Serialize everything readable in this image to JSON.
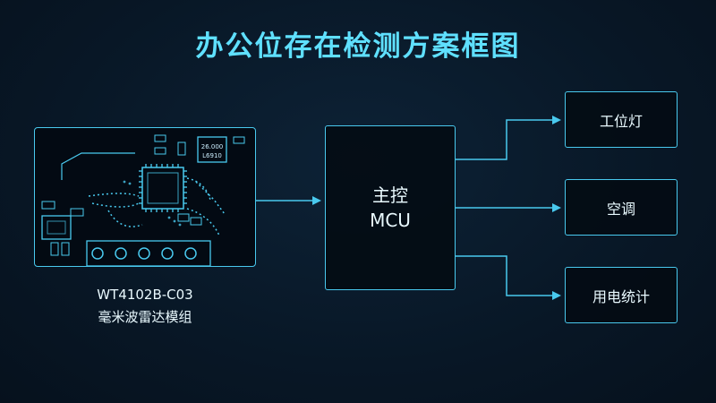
{
  "title": "办公位存在检测方案框图",
  "module": {
    "name": "WT4102B-C03",
    "desc": "毫米波雷达模组",
    "crystal_line1": "26.000",
    "crystal_line2": "L6910"
  },
  "mcu": {
    "line1": "主控",
    "line2": "MCU"
  },
  "outputs": [
    {
      "label": "工位灯"
    },
    {
      "label": "空调"
    },
    {
      "label": "用电统计"
    }
  ],
  "colors": {
    "accent": "#49c9ee",
    "title": "#5fe0ff",
    "background": "#081726"
  }
}
